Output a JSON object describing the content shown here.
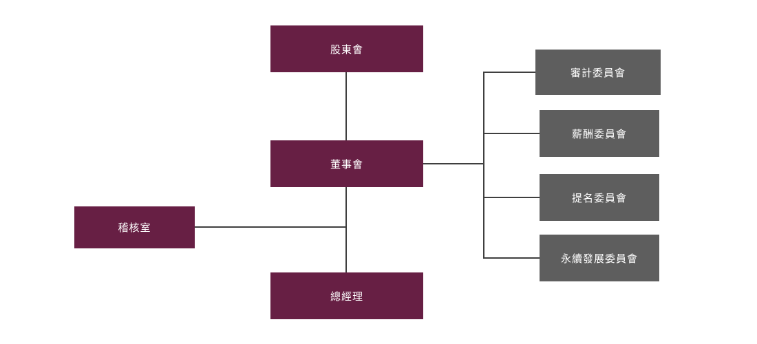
{
  "diagram": {
    "nodes": {
      "shareholders": "股東會",
      "board": "董事會",
      "president": "總經理",
      "audit_office": "稽核室",
      "audit_committee": "審計委員會",
      "compensation_committee": "薪酬委員會",
      "nomination_committee": "提名委員會",
      "sustainability_committee": "永續發展委員會"
    },
    "colors": {
      "primary_box": "#671f44",
      "committee_box": "#5e5e5e",
      "connector": "#3f3f3f",
      "text": "#ffffff"
    }
  }
}
